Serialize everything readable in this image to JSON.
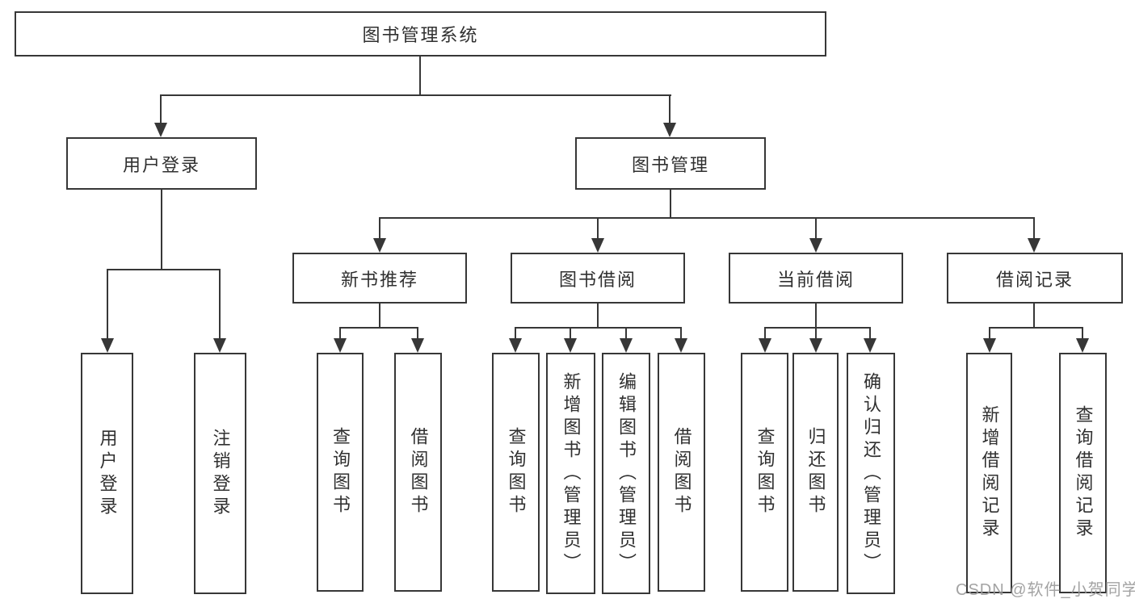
{
  "nodes": {
    "root": "图书管理系统",
    "user_login": "用户登录",
    "book_mgmt": "图书管理",
    "new_book_rec": "新书推荐",
    "book_borrow": "图书借阅",
    "current_borrow": "当前借阅",
    "borrow_records": "借阅记录"
  },
  "leaves": {
    "user_login_children": [
      "用户登录",
      "注销登录"
    ],
    "new_book_rec_children": [
      "查询图书",
      "借阅图书"
    ],
    "book_borrow_children": [
      "查询图书",
      "新增图书（管理员）",
      "编辑图书（管理员）",
      "借阅图书"
    ],
    "current_borrow_children": [
      "查询图书",
      "归还图书",
      "确认归还（管理员）"
    ],
    "borrow_records_children": [
      "新增借阅记录",
      "查询借阅记录"
    ]
  },
  "watermark": "CSDN @软件_小贺同学",
  "colors": {
    "line": "#373737",
    "text": "#303030",
    "watermark": "#9b9b9b",
    "background": "#ffffff"
  }
}
